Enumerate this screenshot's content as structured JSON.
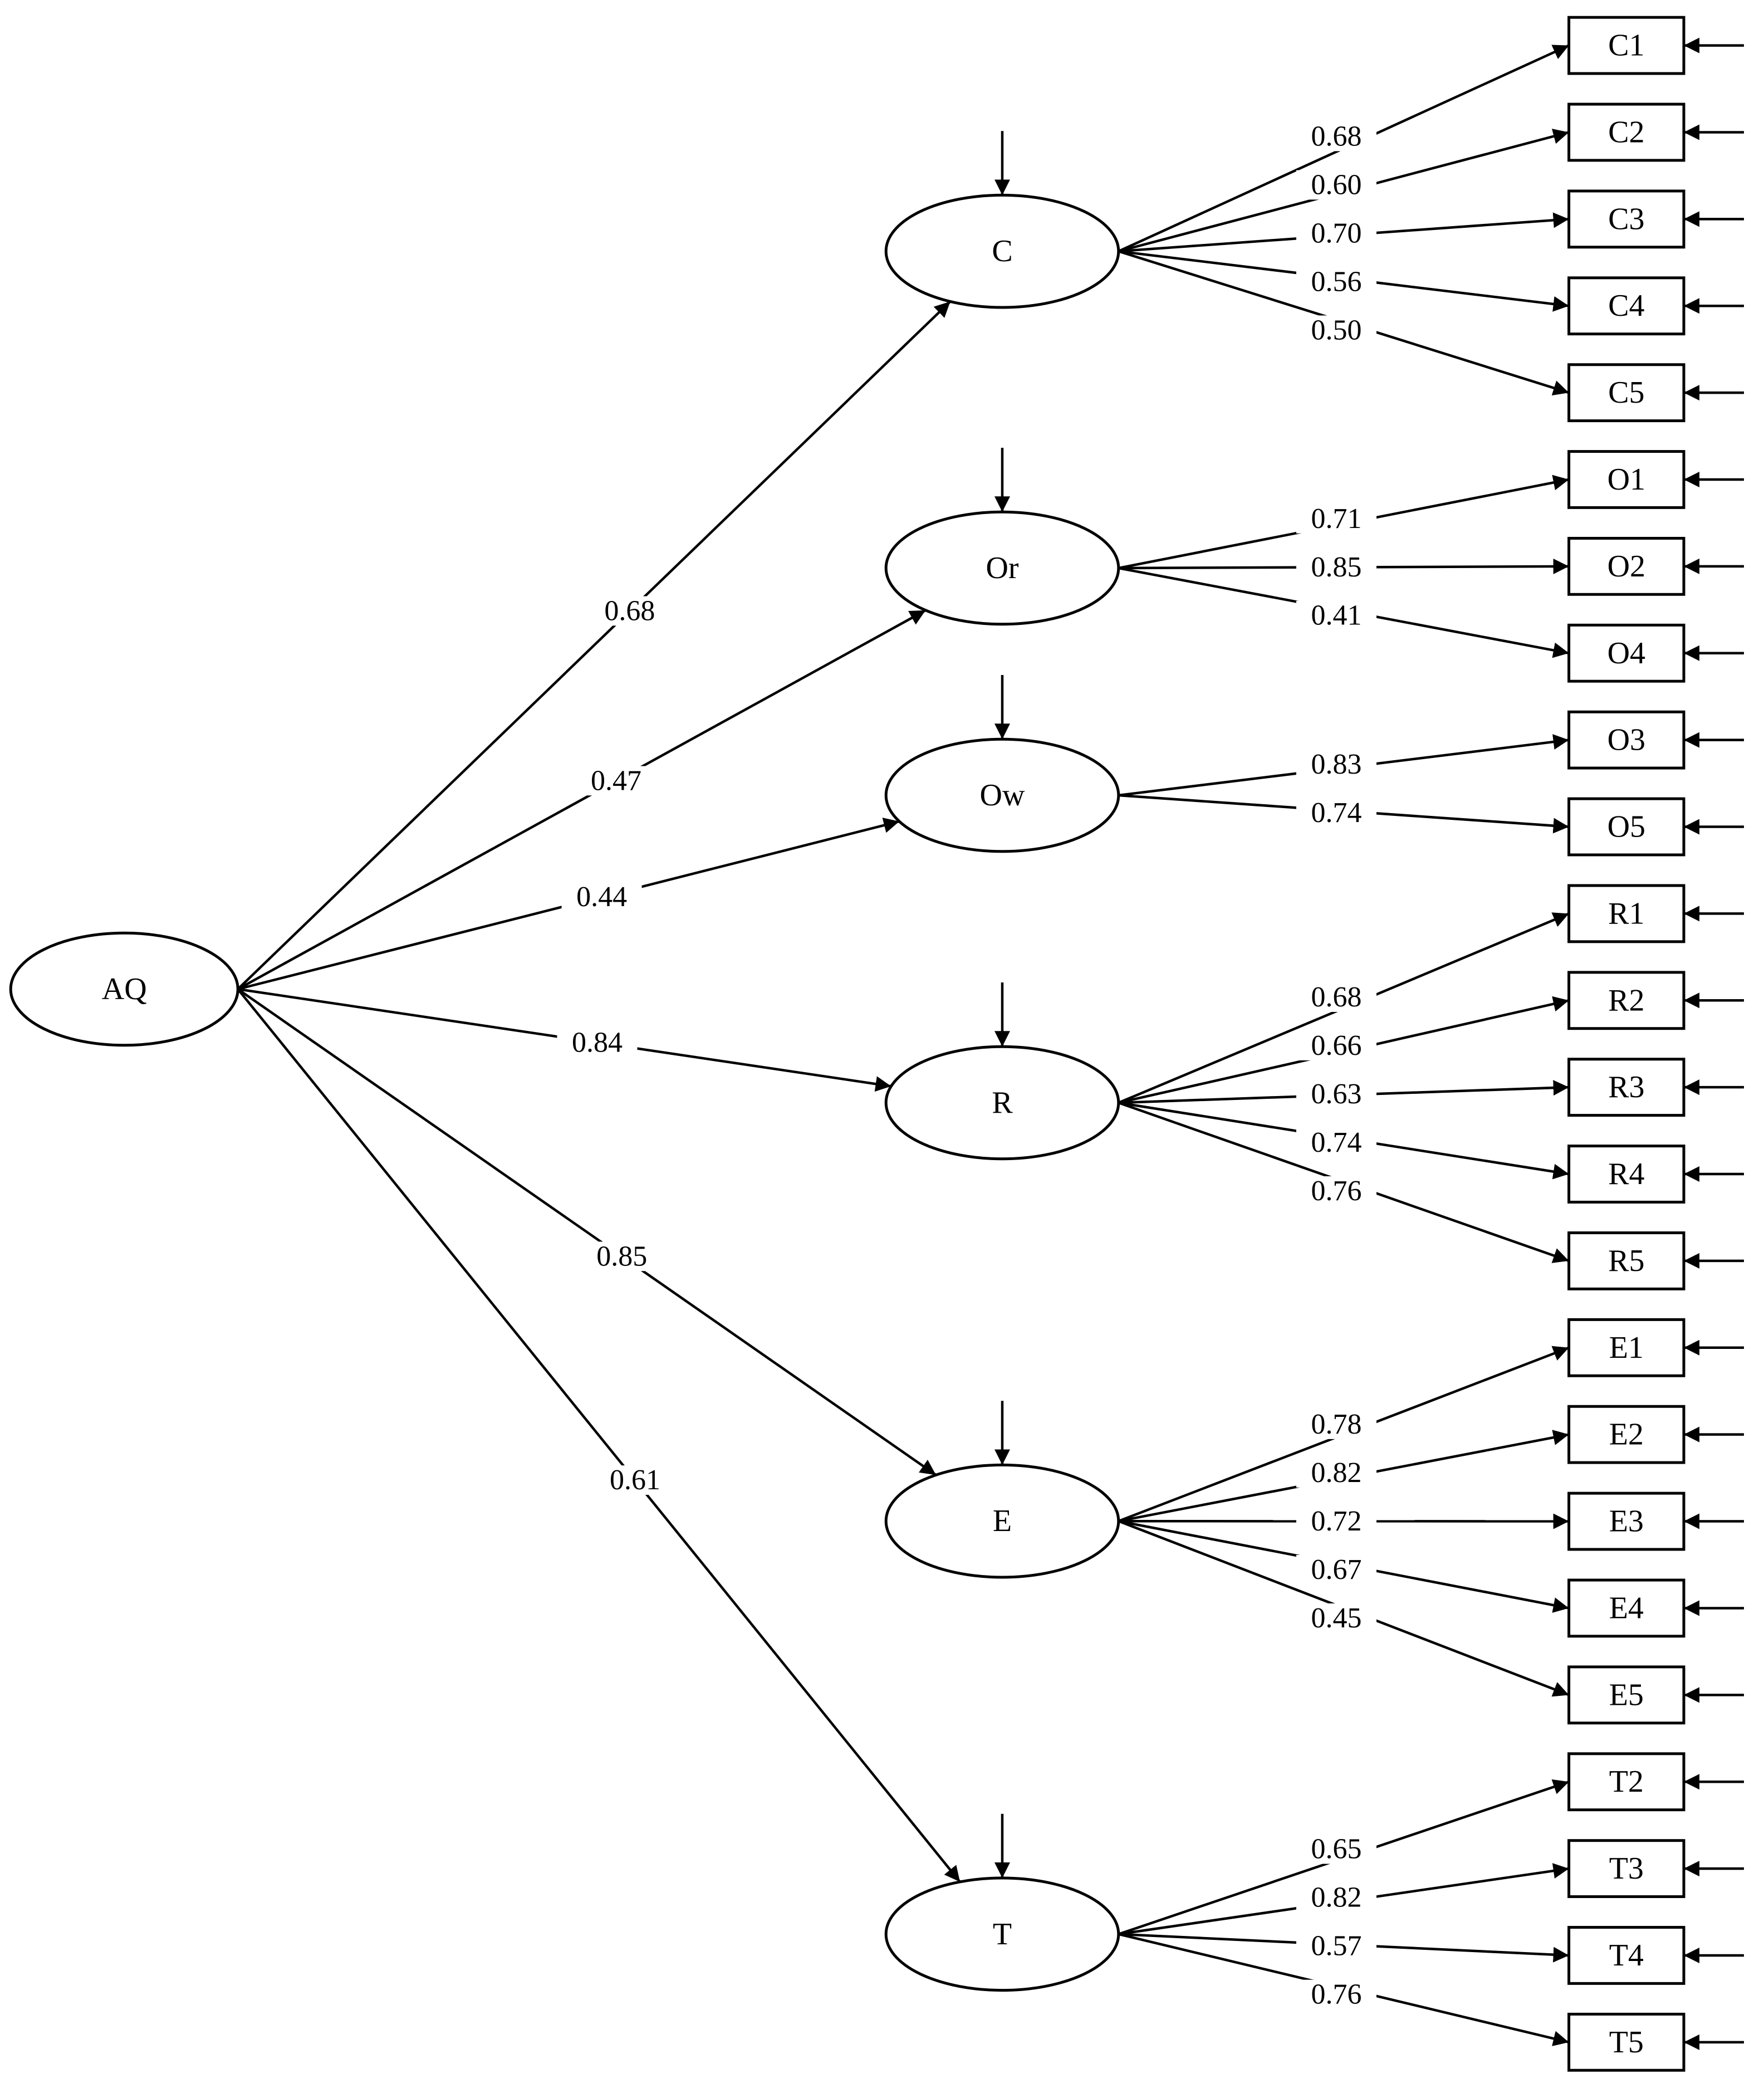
{
  "diagram": {
    "root": "AQ",
    "latent": [
      {
        "id": "C",
        "label": "C",
        "loading": "0.68",
        "indicators": [
          {
            "label": "C1",
            "loading": "0.68"
          },
          {
            "label": "C2",
            "loading": "0.60"
          },
          {
            "label": "C3",
            "loading": "0.70"
          },
          {
            "label": "C4",
            "loading": "0.56"
          },
          {
            "label": "C5",
            "loading": "0.50"
          }
        ]
      },
      {
        "id": "Or",
        "label": "Or",
        "loading": "0.47",
        "indicators": [
          {
            "label": "O1",
            "loading": "0.71"
          },
          {
            "label": "O2",
            "loading": "0.85"
          },
          {
            "label": "O4",
            "loading": "0.41"
          }
        ]
      },
      {
        "id": "Ow",
        "label": "Ow",
        "loading": "0.44",
        "indicators": [
          {
            "label": "O3",
            "loading": "0.83"
          },
          {
            "label": "O5",
            "loading": "0.74"
          }
        ]
      },
      {
        "id": "R",
        "label": "R",
        "loading": "0.84",
        "indicators": [
          {
            "label": "R1",
            "loading": "0.68"
          },
          {
            "label": "R2",
            "loading": "0.66"
          },
          {
            "label": "R3",
            "loading": "0.63"
          },
          {
            "label": "R4",
            "loading": "0.74"
          },
          {
            "label": "R5",
            "loading": "0.76"
          }
        ]
      },
      {
        "id": "E",
        "label": "E",
        "loading": "0.85",
        "indicators": [
          {
            "label": "E1",
            "loading": "0.78"
          },
          {
            "label": "E2",
            "loading": "0.82"
          },
          {
            "label": "E3",
            "loading": "0.72"
          },
          {
            "label": "E4",
            "loading": "0.67"
          },
          {
            "label": "E5",
            "loading": "0.45"
          }
        ]
      },
      {
        "id": "T",
        "label": "T",
        "loading": "0.61",
        "indicators": [
          {
            "label": "T2",
            "loading": "0.65"
          },
          {
            "label": "T3",
            "loading": "0.82"
          },
          {
            "label": "T4",
            "loading": "0.57"
          },
          {
            "label": "T5",
            "loading": "0.76"
          }
        ]
      }
    ]
  }
}
